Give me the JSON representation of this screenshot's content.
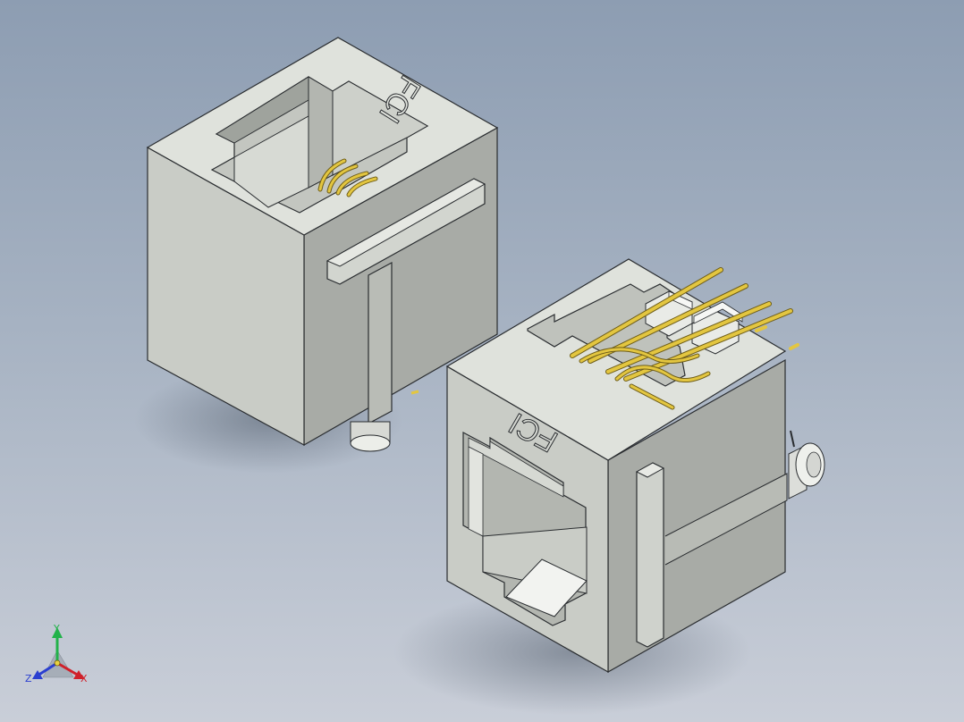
{
  "viewport": {
    "background_top": "#8d9db2",
    "background_bottom": "#c9ced8"
  },
  "models": [
    {
      "name": "connector-left",
      "view": "top-rear",
      "brand_text": "FCI",
      "body_color": "#c8ccc6",
      "pin_color": "#e3c640"
    },
    {
      "name": "connector-right",
      "view": "front",
      "brand_text": "FCI",
      "body_color": "#c8ccc6",
      "pin_color": "#e3c640"
    }
  ],
  "triad": {
    "x_label": "X",
    "y_label": "Y",
    "z_label": "Z",
    "x_color": "#d0202a",
    "y_color": "#22b24a",
    "z_color": "#2a3fd0"
  }
}
